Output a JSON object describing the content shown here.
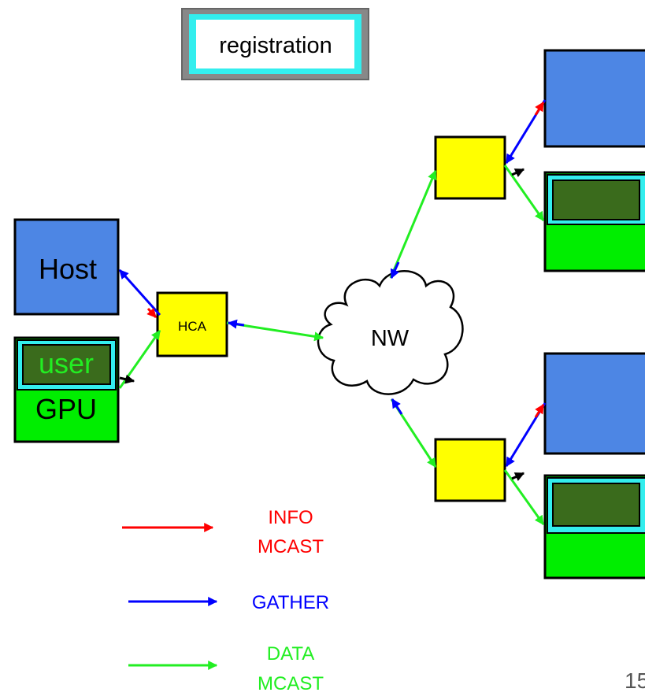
{
  "title_box": {
    "label": "registration"
  },
  "host": {
    "label": "Host"
  },
  "gpu": {
    "label": "GPU",
    "buffer_label": "user"
  },
  "hca": {
    "label": "HCA"
  },
  "network": {
    "label": "NW"
  },
  "legend": {
    "info_line1": "INFO",
    "info_line2": "MCAST",
    "gather": "GATHER",
    "data_line1": "DATA",
    "data_line2": "MCAST"
  },
  "page_number": "15",
  "colors": {
    "host_fill": "#4d86e4",
    "gpu_fill": "#00ee00",
    "gpu_buffer_fill": "#3a6b1c",
    "buffer_border": "#33eeee",
    "hca_fill": "#ffff00",
    "info_arrow": "#ff0000",
    "gather_arrow": "#0000ff",
    "data_arrow": "#22ee22",
    "black_arrow": "#000000"
  }
}
